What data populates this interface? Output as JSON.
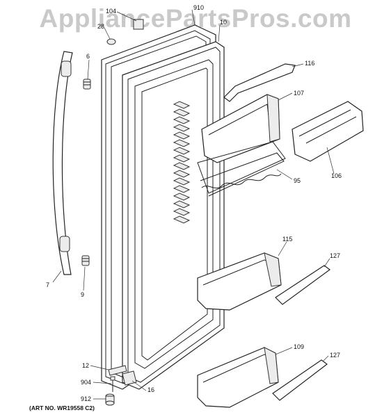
{
  "watermark": "AppliancePartsPros.com",
  "art_number": "(ART NO. WR19558 C2)",
  "callouts": {
    "c104": "104",
    "c910": "910",
    "c28": "28",
    "c10": "10",
    "c6": "6",
    "c116": "116",
    "c107": "107",
    "c106": "106",
    "c95": "95",
    "c115": "115",
    "c127a": "127",
    "c7": "7",
    "c9": "9",
    "c109": "109",
    "c127b": "127",
    "c12": "12",
    "c904": "904",
    "c16": "16",
    "c912": "912"
  }
}
